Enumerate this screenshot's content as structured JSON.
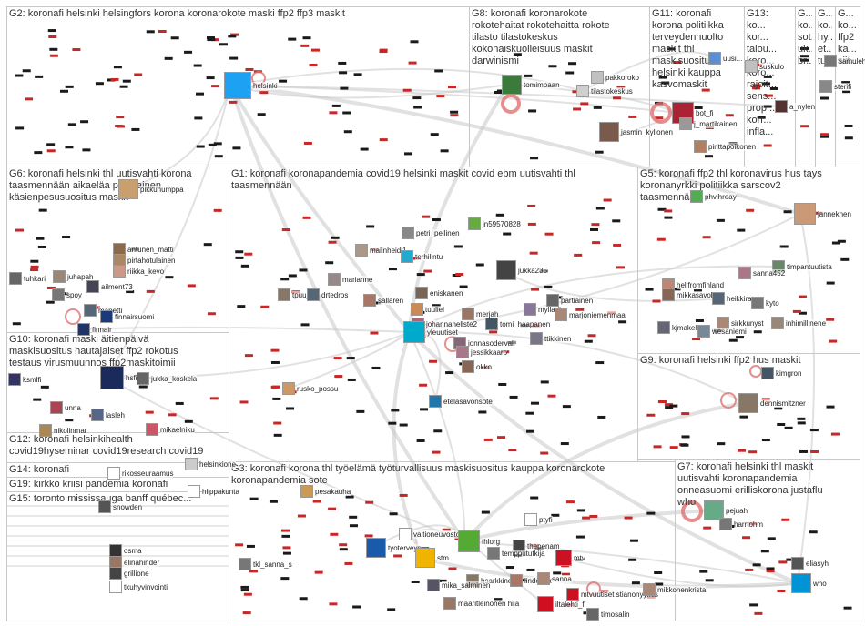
{
  "colors": {
    "edge": "#c9c9c9",
    "box_border": "#c8c8c8",
    "self_loop": "#e07070",
    "tiny_node": "#1a1a1a",
    "tiny_red": "#c62828"
  },
  "groups": [
    {
      "id": "g2",
      "label": "G2: koronafi helsinki helsingfors korona koronarokote maski ffp2 ffp3 maskit"
    },
    {
      "id": "g8",
      "label": "G8: koronafi koronarokote\nrokotehaitat rokotehaitta rokote\ntilasto tilastokeskus\nkokonaiskuolleisuus maskit\ndarwinismi"
    },
    {
      "id": "g11",
      "label": "G11: koronafi\nkorona politiikka\nterveydenhuolto\nmaskit thl\nmaskisuositus\nhelsinki kauppa\nkasvomaskit"
    },
    {
      "id": "g13",
      "label": "G13:\nko...\nkor...\ntalou...\nkoro...\nkoro...\nrajoit...\nsens...\nprop...\nkorr...\ninfla..."
    },
    {
      "id": "g_a",
      "label": "G...\nko...\nsot...\nuk...\nbr..."
    },
    {
      "id": "g_b",
      "label": "G...\nko...\nhy...\net...\ntu..."
    },
    {
      "id": "g_c",
      "label": "G...\nko...\nffp2\nka...\nsiit..."
    },
    {
      "id": "g6",
      "label": "G6: koronafi helsinki thl uutisvahti korona\ntaasmennään aikaeläa pääsiainen\nkäsienpesusuositus maskit"
    },
    {
      "id": "g1",
      "label": "G1: koronafi koronapandemia covid19 helsinki maskit covid ebm uutisvahti thl\ntaasmennään"
    },
    {
      "id": "g5",
      "label": "G5: koronafi ffp2 thl koronavirus hus tays\nkoronanyrkki politiikka sarscov2\ntaasmennään"
    },
    {
      "id": "g10",
      "label": "G10: koronafi maski äitienpäivä\nmaskisuositus hautajaiset ffp2 rokotus\ntestaus virusmuunnos ffp2maskitoimii"
    },
    {
      "id": "g9",
      "label": "G9: koronafi helsinki ffp2 hus maskit"
    },
    {
      "id": "g12",
      "label": "G12: koronafi helsinkihealth\ncovid19hyseminar covid19research covid19"
    },
    {
      "id": "g14",
      "label": "G14: koronafi"
    },
    {
      "id": "g19",
      "label": "G19: kirkko kriisi pandemia koronafi"
    },
    {
      "id": "g15",
      "label": "G15: toronto mississauga banff québec..."
    },
    {
      "id": "g3",
      "label": "G3: koronafi korona thl työelämä työturvallisuus maskisuositus kauppa koronarokote\nkoronapandemia sote"
    },
    {
      "id": "g7",
      "label": "G7: koronafi helsinki thl maskit\nuutisvahti koronapandemia\nonneasuomi erilliskorona justaflu\nwho"
    }
  ],
  "nodes": [
    {
      "id": "helsinki",
      "label": "helsinki",
      "color": "#1da1f2"
    },
    {
      "id": "tilastokeskus",
      "label": "tilastokeskus",
      "color": "#cfcfcf"
    },
    {
      "id": "tomimpaan",
      "label": "tomimpaan",
      "color": "#3a7a3a"
    },
    {
      "id": "pakkoroko",
      "label": "pakkoroko",
      "color": "#c0c0c0"
    },
    {
      "id": "jasmin_kyllonen",
      "label": "jasmin_kyllonen",
      "color": "#7a5a4a"
    },
    {
      "id": "bot_fi",
      "label": "bot_fi",
      "color": "#aa2233"
    },
    {
      "id": "j_martikainen",
      "label": "j_martikainen",
      "color": "#999999"
    },
    {
      "id": "pirittapoikonen",
      "label": "pirittapoikonen",
      "color": "#b08060"
    },
    {
      "id": "uusi_suomi",
      "label": "uusi...",
      "color": "#5b8fcf"
    },
    {
      "id": "suskulo",
      "label": "suskulo",
      "color": "#c0c0c0"
    },
    {
      "id": "a_nylen",
      "label": "a_nylen",
      "color": "#553333"
    },
    {
      "id": "sterifi",
      "label": "sterifi",
      "color": "#888888"
    },
    {
      "id": "samulehti",
      "label": "samulehti",
      "color": "#777777"
    },
    {
      "id": "pikkuhumppa",
      "label": "pikkuhumppa",
      "color": "#c8a070"
    },
    {
      "id": "antunen_matti",
      "label": "antunen_matti",
      "color": "#8a6a4a"
    },
    {
      "id": "pirtahotulainen",
      "label": "pirtahotulainen",
      "color": "#aa8866"
    },
    {
      "id": "riikka_kevo",
      "label": "riikka_kevo",
      "color": "#cc9988"
    },
    {
      "id": "tuhkari",
      "label": "tuhkari",
      "color": "#666666"
    },
    {
      "id": "juhapah",
      "label": "juhapah",
      "color": "#998877"
    },
    {
      "id": "ailment73",
      "label": "ailment73",
      "color": "#444455"
    },
    {
      "id": "spoy",
      "label": "spoy",
      "color": "#777777"
    },
    {
      "id": "mapetti",
      "label": "mapetti",
      "color": "#556677"
    },
    {
      "id": "finnairsuomi",
      "label": "finnairsuomi",
      "color": "#1a3a7a"
    },
    {
      "id": "finnair",
      "label": "finnair",
      "color": "#223366"
    },
    {
      "id": "malinheidi1",
      "label": "malinheidi1",
      "color": "#aa9988"
    },
    {
      "id": "petri_pellinen",
      "label": "petri_pellinen",
      "color": "#888888"
    },
    {
      "id": "jn59570828",
      "label": "jn59570828",
      "color": "#66aa44"
    },
    {
      "id": "terhilintu",
      "label": "terhilintu",
      "color": "#22aacc"
    },
    {
      "id": "marianne",
      "label": "marianne",
      "color": "#998888"
    },
    {
      "id": "tpuuj",
      "label": "tpuuj",
      "color": "#887766"
    },
    {
      "id": "drtedros",
      "label": "drtedros",
      "color": "#556677"
    },
    {
      "id": "jukka235",
      "label": "jukka235",
      "color": "#444444"
    },
    {
      "id": "eniskanen",
      "label": "eniskanen",
      "color": "#776655"
    },
    {
      "id": "sallaren",
      "label": "sallaren",
      "color": "#aa7766"
    },
    {
      "id": "tuuliel",
      "label": "tuuliel",
      "color": "#cc8855"
    },
    {
      "id": "myllarii",
      "label": "myllarii",
      "color": "#887799"
    },
    {
      "id": "partiainen",
      "label": "partiainen",
      "color": "#666666"
    },
    {
      "id": "merjah",
      "label": "merjah",
      "color": "#997766"
    },
    {
      "id": "marjoniemenmaa",
      "label": "marjoniemenmaa",
      "color": "#aa8877"
    },
    {
      "id": "johannahellste2",
      "label": "johannahellste2",
      "color": "#aa6677"
    },
    {
      "id": "tomi_haapanen",
      "label": "tomi_haapanen",
      "color": "#445566"
    },
    {
      "id": "jonnasodervall",
      "label": "jonnasodervall",
      "color": "#886677"
    },
    {
      "id": "ttikkinen",
      "label": "ttikkinen",
      "color": "#777788"
    },
    {
      "id": "jessikkaaro",
      "label": "jessikkaaro",
      "color": "#aa7788"
    },
    {
      "id": "yleuutiset",
      "label": "yleuutiset",
      "color": "#00aacc"
    },
    {
      "id": "okko",
      "label": "okko",
      "color": "#886655"
    },
    {
      "id": "rusko_possu",
      "label": "rusko_possu",
      "color": "#cc9966"
    },
    {
      "id": "etelasavonsote",
      "label": "etelasavonsote",
      "color": "#2277aa"
    },
    {
      "id": "janneknen",
      "label": "janneknen",
      "color": "#cc9977"
    },
    {
      "id": "phvihreay",
      "label": "phvihreay",
      "color": "#55aa55"
    },
    {
      "id": "timpantuutista",
      "label": "timpantuutista",
      "color": "#668866"
    },
    {
      "id": "sanna452",
      "label": "sanna452",
      "color": "#aa7788"
    },
    {
      "id": "helifromfinland",
      "label": "helifromfinland",
      "color": "#bb8877"
    },
    {
      "id": "mikkasavola",
      "label": "mikkasavola",
      "color": "#886655"
    },
    {
      "id": "heikkiray",
      "label": "heikkiray",
      "color": "#556677"
    },
    {
      "id": "kyto",
      "label": "kyto",
      "color": "#777777"
    },
    {
      "id": "kjmakela",
      "label": "kjmakela",
      "color": "#666677"
    },
    {
      "id": "sirkkunyst",
      "label": "sirkkunyst",
      "color": "#aa8877"
    },
    {
      "id": "inhimillinene",
      "label": "inhimillinene",
      "color": "#998877"
    },
    {
      "id": "wesaniemi",
      "label": "wesaniemi",
      "color": "#778899"
    },
    {
      "id": "kimgron",
      "label": "kimgron",
      "color": "#445566"
    },
    {
      "id": "dennismitzner",
      "label": "dennismitzner",
      "color": "#887766"
    },
    {
      "id": "ksmlfi",
      "label": "ksmlfi",
      "color": "#333366"
    },
    {
      "id": "hsfi",
      "label": "hsfi",
      "color": "#1a2a5a"
    },
    {
      "id": "jukka_koskela",
      "label": "jukka_koskela",
      "color": "#666666"
    },
    {
      "id": "unna",
      "label": "unna",
      "color": "#aa4455"
    },
    {
      "id": "lasleh",
      "label": "lasleh",
      "color": "#556688"
    },
    {
      "id": "nikolinmar",
      "label": "nikolinmar",
      "color": "#aa8855"
    },
    {
      "id": "mikaelniku",
      "label": "mikaelniku",
      "color": "#cc5566"
    },
    {
      "id": "helsinkione",
      "label": "helsinkione",
      "color": "#cccccc"
    },
    {
      "id": "rikosseuraamus",
      "label": "rikosseuraamus",
      "color": "#ffffff"
    },
    {
      "id": "hiippakunta",
      "label": "hiippakunta",
      "color": "#ffffff"
    },
    {
      "id": "pesakauha",
      "label": "pesakauha",
      "color": "#cc9955"
    },
    {
      "id": "snowden",
      "label": "snowden",
      "color": "#555555"
    },
    {
      "id": "osma",
      "label": "osma",
      "color": "#333333"
    },
    {
      "id": "elinahinder",
      "label": "elinahinder",
      "color": "#997766"
    },
    {
      "id": "grillione",
      "label": "grillione",
      "color": "#444444"
    },
    {
      "id": "tkuhyvinvointi",
      "label": "tkuhyvinvointi",
      "color": "#ffffff"
    },
    {
      "id": "tkl_sanna_s",
      "label": "tkl_sanna_s",
      "color": "#777777"
    },
    {
      "id": "valtioneuvosto",
      "label": "valtioneuvosto",
      "color": "#ffffff"
    },
    {
      "id": "tyoterveys",
      "label": "tyoterveys",
      "color": "#1a5aaa"
    },
    {
      "id": "stm",
      "label": "stm",
      "color": "#f0b400"
    },
    {
      "id": "thlorg",
      "label": "thlorg",
      "color": "#55aa33"
    },
    {
      "id": "ptyfi",
      "label": "ptyfi",
      "color": "#ffffff"
    },
    {
      "id": "thepenam",
      "label": "thepenam",
      "color": "#444444"
    },
    {
      "id": "temppututkija",
      "label": "temppututkija",
      "color": "#777777"
    },
    {
      "id": "mtv",
      "label": "mtv",
      "color": "#cc1122"
    },
    {
      "id": "hsarkkine",
      "label": "hsarkkine",
      "color": "#887766"
    },
    {
      "id": "lindenak",
      "label": "lindenak",
      "color": "#aa7766"
    },
    {
      "id": "sanna",
      "label": "sanna",
      "color": "#aa8877"
    },
    {
      "id": "mtvuutiset",
      "label": "mtvuutiset stianonyymis",
      "color": "#cc1122"
    },
    {
      "id": "mika_salminen",
      "label": "mika_salminen",
      "color": "#555566"
    },
    {
      "id": "maaritleinonen",
      "label": "maaritleinonen hila",
      "color": "#997766"
    },
    {
      "id": "iltalehti_fi",
      "label": "iltalehti_fi",
      "color": "#d01020"
    },
    {
      "id": "timosalin",
      "label": "timosalin",
      "color": "#666666"
    },
    {
      "id": "mikkonenkrista",
      "label": "mikkonenkrista",
      "color": "#aa8877"
    },
    {
      "id": "pejuah",
      "label": "pejuah",
      "color": "#66aa88"
    },
    {
      "id": "harrtohm",
      "label": "harrtohm",
      "color": "#777777"
    },
    {
      "id": "eliasyh",
      "label": "eliasyh",
      "color": "#555555"
    },
    {
      "id": "who",
      "label": "who",
      "color": "#0093d5"
    }
  ]
}
